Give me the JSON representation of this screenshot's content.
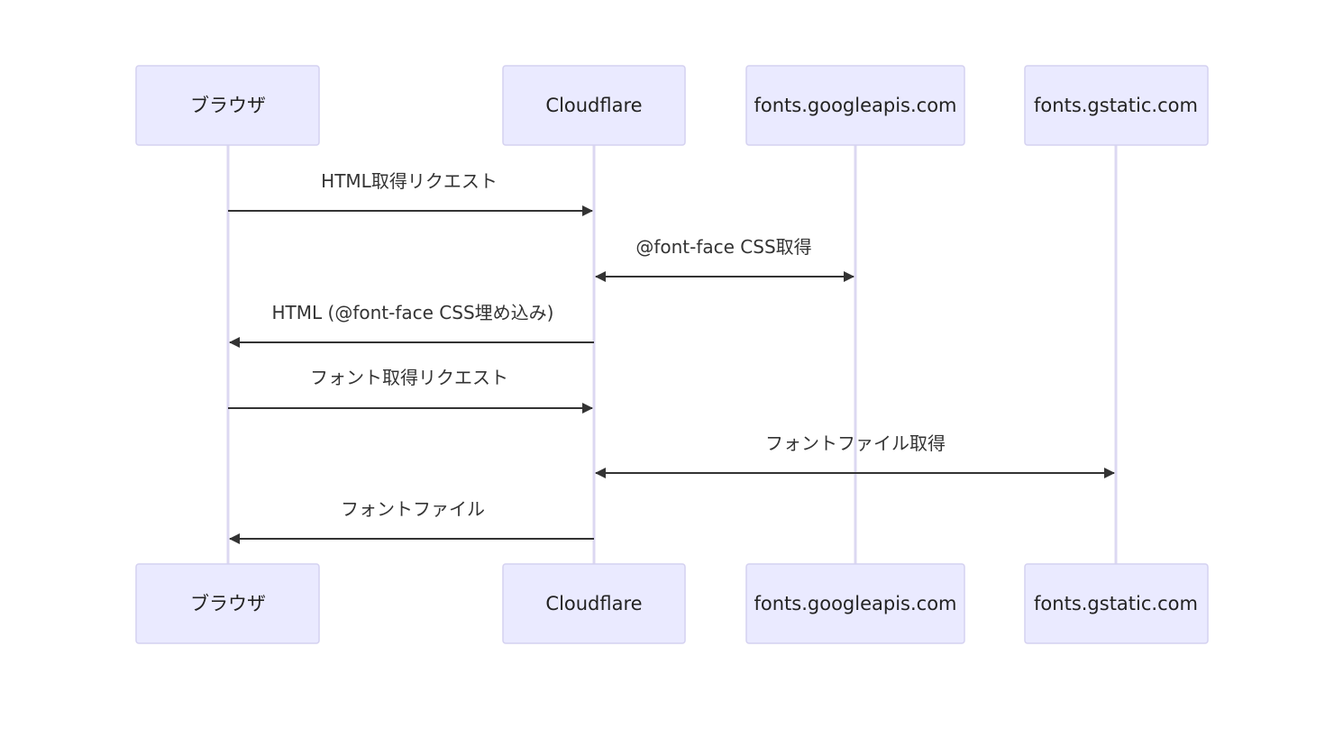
{
  "participants": [
    {
      "id": "browser",
      "label": "ブラウザ"
    },
    {
      "id": "cloudflare",
      "label": "Cloudflare"
    },
    {
      "id": "googleapis",
      "label": "fonts.googleapis.com"
    },
    {
      "id": "gstatic",
      "label": "fonts.gstatic.com"
    }
  ],
  "messages": [
    {
      "from": "browser",
      "to": "cloudflare",
      "label": "HTML取得リクエスト",
      "bidirectional": false
    },
    {
      "from": "cloudflare",
      "to": "googleapis",
      "label": "@font-face CSS取得",
      "bidirectional": true
    },
    {
      "from": "cloudflare",
      "to": "browser",
      "label": "HTML (@font-face CSS埋め込み)",
      "bidirectional": false
    },
    {
      "from": "browser",
      "to": "cloudflare",
      "label": "フォント取得リクエスト",
      "bidirectional": false
    },
    {
      "from": "cloudflare",
      "to": "gstatic",
      "label": "フォントファイル取得",
      "bidirectional": true
    },
    {
      "from": "cloudflare",
      "to": "browser",
      "label": "フォントファイル",
      "bidirectional": false
    }
  ]
}
